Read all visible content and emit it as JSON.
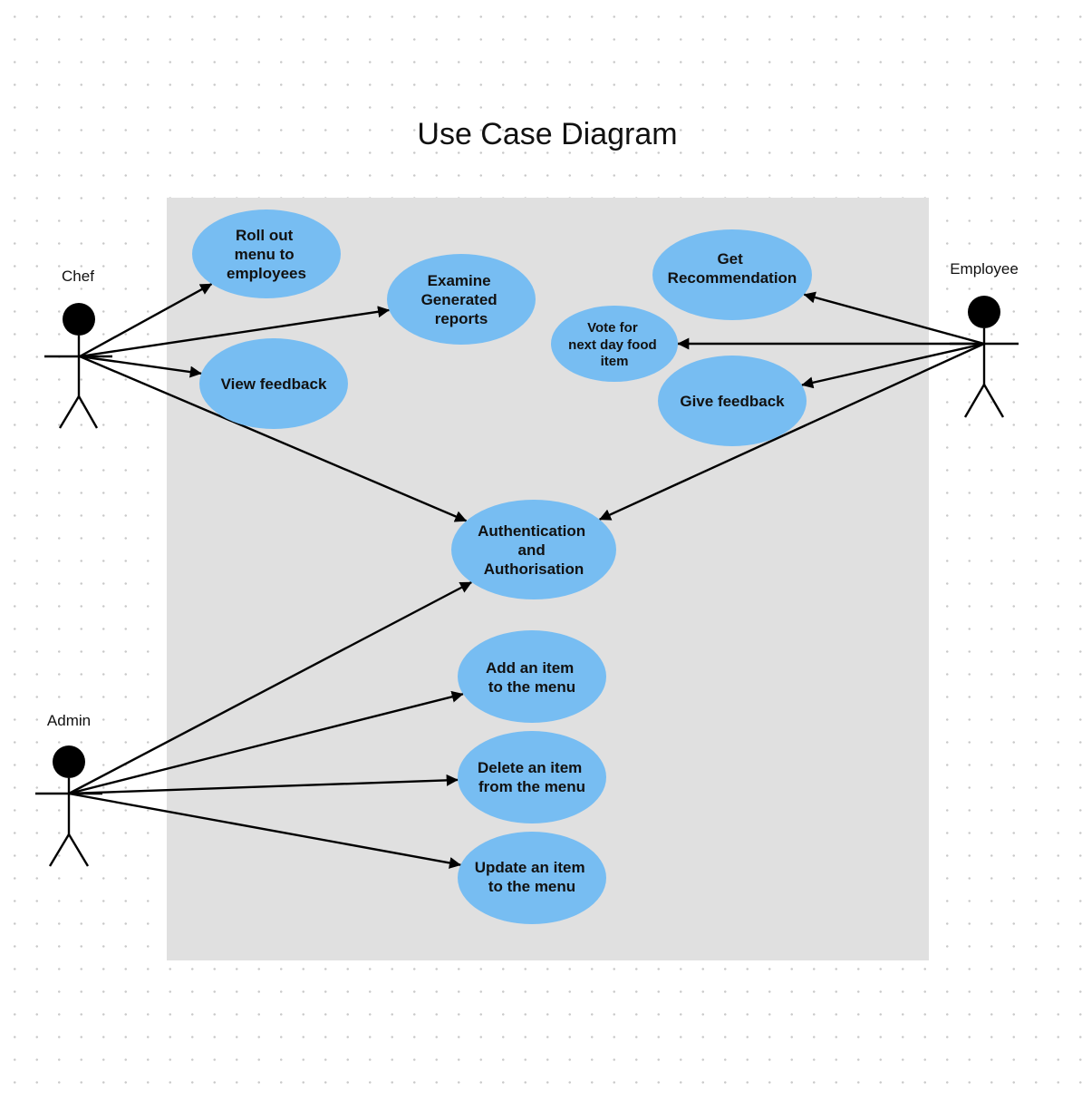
{
  "title": "Use Case Diagram",
  "colors": {
    "system_boundary": "#e0e0e0",
    "use_case_fill": "#77bdf2",
    "line": "#000000",
    "text": "#111111"
  },
  "actors": {
    "chef": {
      "name": "Chef"
    },
    "employee": {
      "name": "Employee"
    },
    "admin": {
      "name": "Admin"
    }
  },
  "use_cases": {
    "roll_out_menu": {
      "lines": [
        "Roll out",
        "menu to",
        "employees"
      ]
    },
    "examine_reports": {
      "lines": [
        "Examine",
        "Generated",
        "reports"
      ]
    },
    "view_feedback": {
      "lines": [
        "View feedback"
      ]
    },
    "get_recommendation": {
      "lines": [
        "Get",
        "Recommendation"
      ]
    },
    "vote_next_day": {
      "lines": [
        "Vote for",
        "next day food",
        "item"
      ]
    },
    "give_feedback": {
      "lines": [
        "Give feedback"
      ]
    },
    "auth": {
      "lines": [
        "Authentication",
        "and",
        "Authorisation"
      ]
    },
    "add_item": {
      "lines": [
        "Add an item",
        "to the menu"
      ]
    },
    "delete_item": {
      "lines": [
        "Delete an item",
        "from the menu"
      ]
    },
    "update_item": {
      "lines": [
        "Update an item",
        "to the menu"
      ]
    }
  },
  "associations": [
    {
      "from": "chef",
      "to": "roll_out_menu"
    },
    {
      "from": "chef",
      "to": "examine_reports"
    },
    {
      "from": "chef",
      "to": "view_feedback"
    },
    {
      "from": "chef",
      "to": "auth"
    },
    {
      "from": "employee",
      "to": "get_recommendation"
    },
    {
      "from": "employee",
      "to": "vote_next_day"
    },
    {
      "from": "employee",
      "to": "give_feedback"
    },
    {
      "from": "employee",
      "to": "auth"
    },
    {
      "from": "admin",
      "to": "auth"
    },
    {
      "from": "admin",
      "to": "add_item"
    },
    {
      "from": "admin",
      "to": "delete_item"
    },
    {
      "from": "admin",
      "to": "update_item"
    }
  ]
}
